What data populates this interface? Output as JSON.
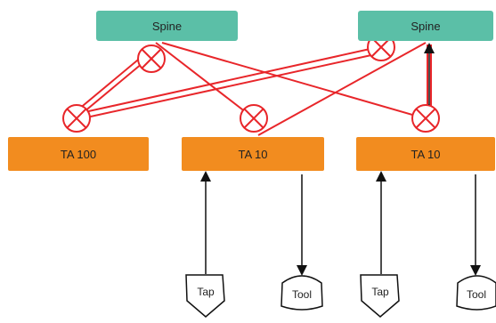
{
  "colors": {
    "spine": "#5bbfa7",
    "ta": "#f28c1f",
    "link": "#e8262a",
    "arrow": "#111111"
  },
  "spines": [
    {
      "label": "Spine"
    },
    {
      "label": "Spine"
    }
  ],
  "tas": [
    {
      "label": "TA 100"
    },
    {
      "label": "TA 10"
    },
    {
      "label": "TA 10"
    }
  ],
  "endpoints": [
    {
      "label": "Tap"
    },
    {
      "label": "Tool"
    },
    {
      "label": "Tap"
    },
    {
      "label": "Tool"
    }
  ]
}
